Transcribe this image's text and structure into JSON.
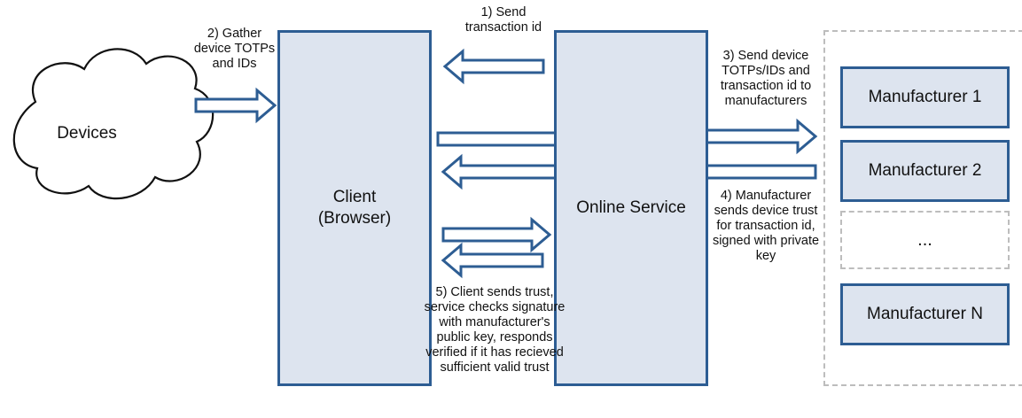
{
  "devices_label": "Devices",
  "client_label": "Client (Browser)",
  "service_label": "Online Service",
  "manufacturers": [
    "Manufacturer 1",
    "Manufacturer 2",
    "...",
    "Manufacturer N"
  ],
  "steps": {
    "step1": "1) Send transaction id",
    "step2": "2) Gather device TOTPs and IDs",
    "step3": "3) Send device TOTPs/IDs and transaction id to manufacturers",
    "step4": "4) Manufacturer sends device trust for transaction id, signed with private key",
    "step5": "5) Client sends trust, service checks signature with manufacturer's public key, responds verified if it has recieved sufficient valid trust"
  },
  "colors": {
    "stroke": "#2d5d93",
    "fill": "#dde4ef",
    "dash": "#bdbdbd"
  }
}
